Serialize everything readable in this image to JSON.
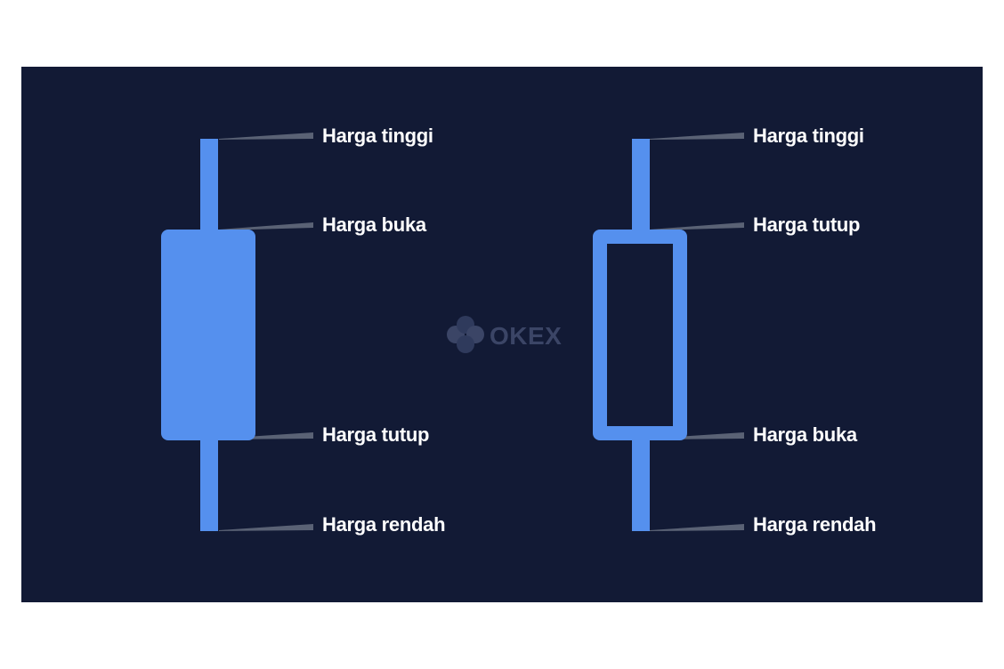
{
  "colors": {
    "panel_background": "#121a35",
    "candle": "#5590ee",
    "label_text": "#ffffff",
    "connector_line": "#5a6275",
    "watermark": "#3b4566"
  },
  "watermark": {
    "text": "OKEX",
    "icon": "okex-logo-icon"
  },
  "candles": [
    {
      "style": "filled",
      "labels": {
        "top_wick": "Harga tinggi",
        "body_top": "Harga buka",
        "body_bottom": "Harga tutup",
        "bottom_wick": "Harga rendah"
      }
    },
    {
      "style": "hollow",
      "labels": {
        "top_wick": "Harga tinggi",
        "body_top": "Harga tutup",
        "body_bottom": "Harga buka",
        "bottom_wick": "Harga rendah"
      }
    }
  ]
}
